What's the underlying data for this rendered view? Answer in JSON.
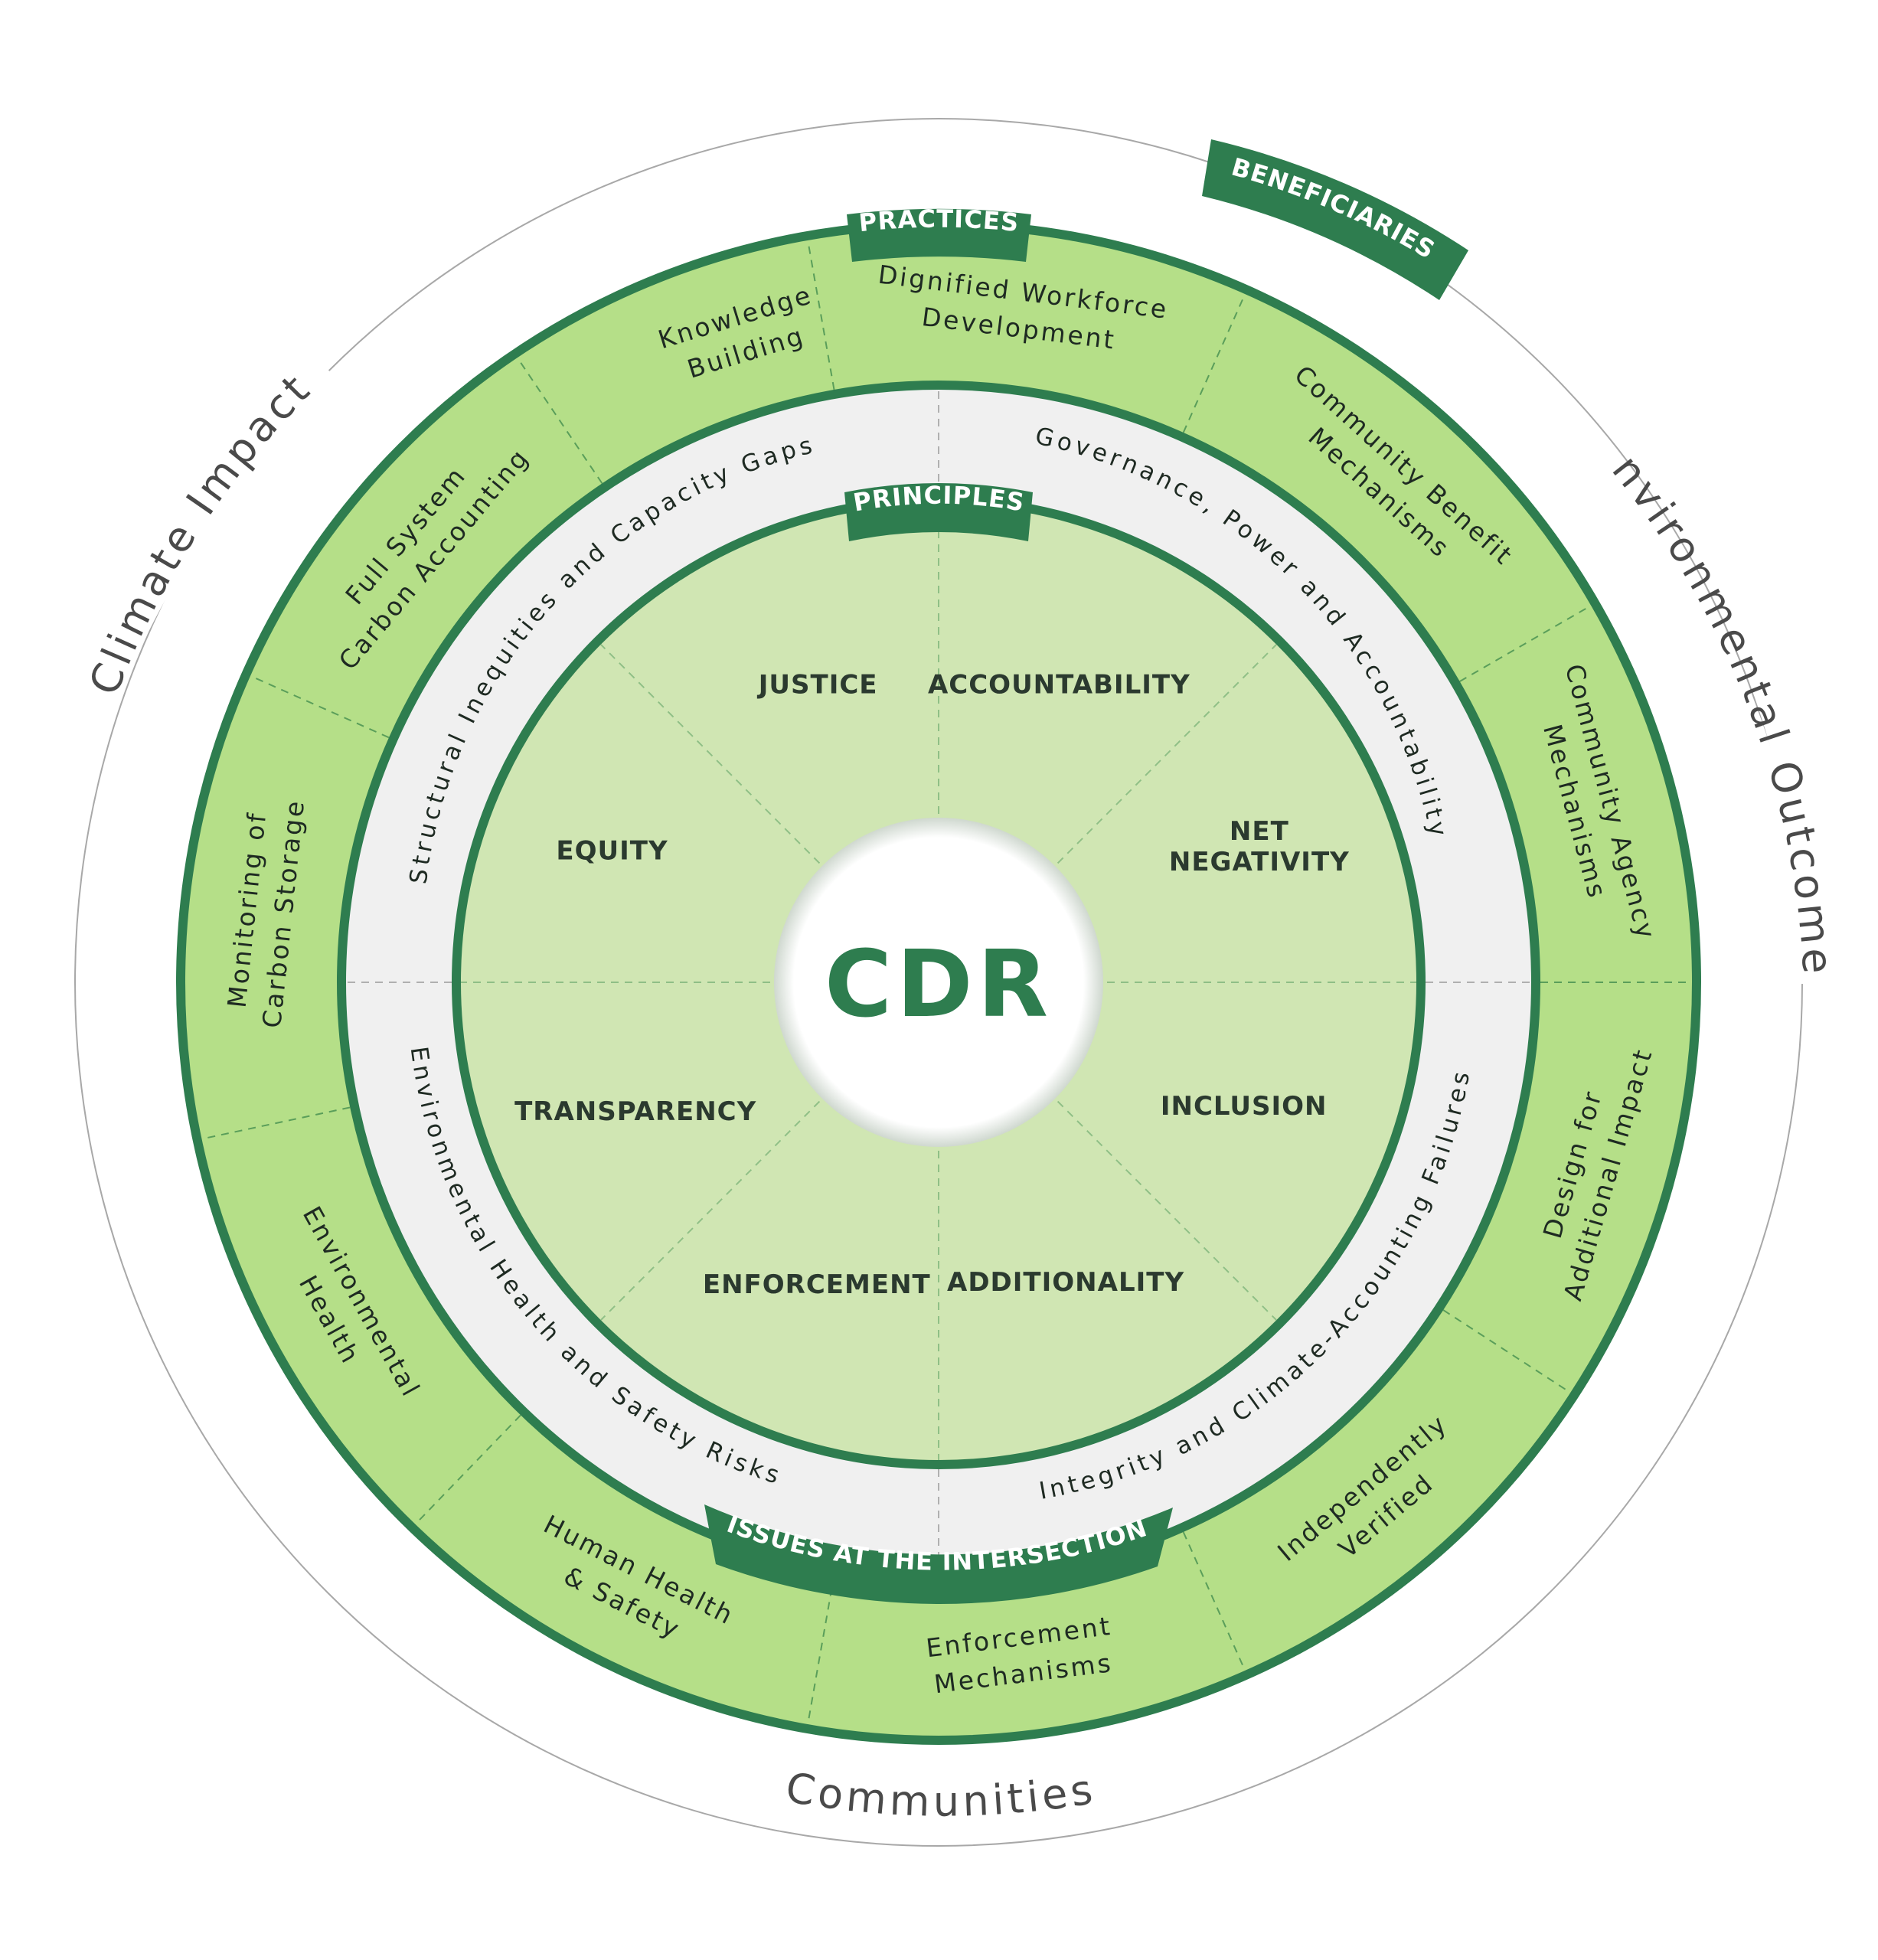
{
  "center": {
    "label": "CDR"
  },
  "badges": {
    "principles": "PRINCIPLES",
    "practices": "PRACTICES",
    "issues": "ISSUES AT THE INTERSECTION",
    "beneficiaries": "BENEFICIARIES"
  },
  "principles": [
    [
      "JUSTICE"
    ],
    [
      "ACCOUNTABILITY"
    ],
    [
      "NET",
      "NEGATIVITY"
    ],
    [
      "INCLUSION"
    ],
    [
      "ADDITIONALITY"
    ],
    [
      "ENFORCEMENT"
    ],
    [
      "TRANSPARENCY"
    ],
    [
      "EQUITY"
    ]
  ],
  "issues": [
    "Governance, Power and Accountability",
    "Integrity and Climate-Accounting Failures",
    "Environmental Health and Safety Risks",
    "Structural Inequities and Capacity Gaps"
  ],
  "practices": [
    [
      "Dignified Workforce",
      "Development"
    ],
    [
      "Community Benefit",
      "Mechanisms"
    ],
    [
      "Community Agency",
      "Mechanisms"
    ],
    [
      "Design for",
      "Additional Impact"
    ],
    [
      "Independently",
      "Verified"
    ],
    [
      "Enforcement",
      "Mechanisms"
    ],
    [
      "Human Health",
      "& Safety"
    ],
    [
      "Environmental",
      "Health"
    ],
    [
      "Monitoring of",
      "Carbon Storage"
    ],
    [
      "Full System",
      "Carbon Accounting"
    ],
    [
      "Knowledge",
      "Building"
    ]
  ],
  "beneficiaries": [
    "Environmental Outcomes",
    "Communities",
    "Climate Impacts"
  ],
  "colors": {
    "dark_green": "#2e7d4f",
    "practice_fill": "#b5df88",
    "principle_fill": "#d0e6b3",
    "issue_fill": "#f0f0f0",
    "outline_gray": "#9a9a9a"
  }
}
